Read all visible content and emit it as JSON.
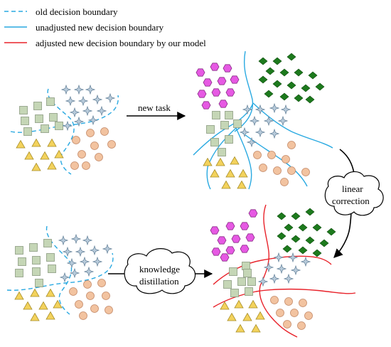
{
  "legend": {
    "old": "old decision boundary",
    "unadjusted": "unadjusted new decision boundary",
    "adjusted": "adjusted new decision boundary by our model"
  },
  "labels": {
    "new_task": "new task",
    "linear_line1": "linear",
    "linear_line2": "correction",
    "knowledge_line1": "knowledge",
    "knowledge_line2": "distillation"
  },
  "colors": {
    "old_boundary": "#29a9e1",
    "unadjusted_boundary": "#29a9e1",
    "adjusted_boundary": "#e8222a",
    "square": "#c5d6b6",
    "star": "#b9ccdc",
    "circle": "#f2c3a0",
    "triangle": "#f3d25c",
    "hexagon": "#e659e3",
    "diamond": "#1d7a1d"
  },
  "icons": [
    "square-icon",
    "star-icon",
    "circle-icon",
    "triangle-icon",
    "hexagon-icon",
    "diamond-icon"
  ]
}
